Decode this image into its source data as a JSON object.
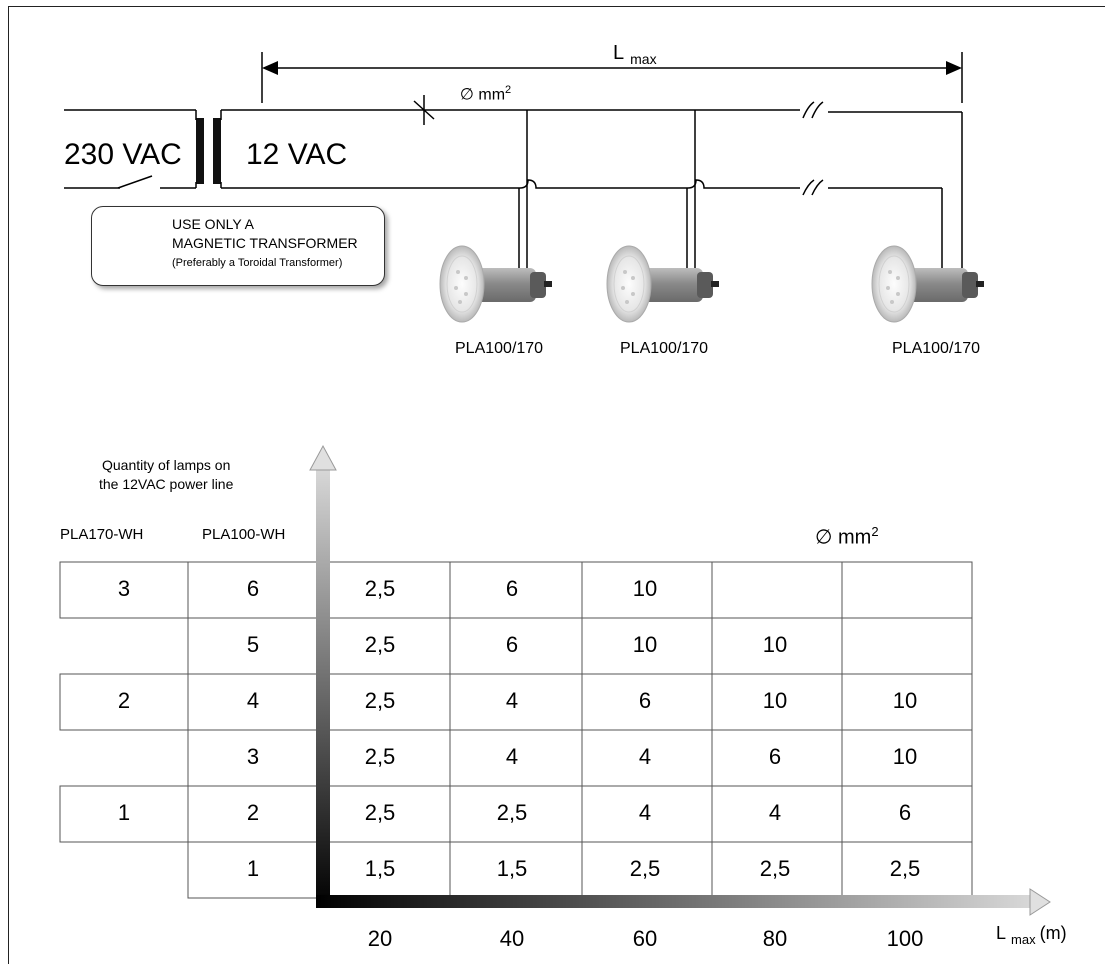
{
  "diagram": {
    "lmax_label": "L",
    "lmax_sub": "max",
    "cross_section_symbol": "∅",
    "cross_section_unit": "mm",
    "cross_section_sup": "2",
    "input_voltage": "230 VAC",
    "output_voltage": "12 VAC",
    "warning": {
      "line1": "USE ONLY A",
      "line2": "MAGNETIC TRANSFORMER",
      "line3": "(Preferably a Toroidal Transformer)",
      "icon": "warning-triangle-icon"
    },
    "lamps": [
      "PLA100/170",
      "PLA100/170",
      "PLA100/170"
    ]
  },
  "table": {
    "y_axis_title_line1": "Quantity of lamps on",
    "y_axis_title_line2": "the 12VAC power line",
    "col_header_1": "PLA170-WH",
    "col_header_2": "PLA100-WH",
    "section_header_symbol": "∅",
    "section_header_unit": "mm",
    "section_header_sup": "2",
    "x_axis_label": "L",
    "x_axis_sub": "max",
    "x_axis_unit": "(m)",
    "x_values": [
      "20",
      "40",
      "60",
      "80",
      "100"
    ],
    "rows": [
      {
        "pla170": "3",
        "pla100": "6",
        "values": [
          "2,5",
          "6",
          "10",
          "",
          ""
        ]
      },
      {
        "pla170": "",
        "pla100": "5",
        "values": [
          "2,5",
          "6",
          "10",
          "10",
          ""
        ]
      },
      {
        "pla170": "2",
        "pla100": "4",
        "values": [
          "2,5",
          "4",
          "6",
          "10",
          "10"
        ]
      },
      {
        "pla170": "",
        "pla100": "3",
        "values": [
          "2,5",
          "4",
          "4",
          "6",
          "10"
        ]
      },
      {
        "pla170": "1",
        "pla100": "2",
        "values": [
          "2,5",
          "2,5",
          "4",
          "4",
          "6"
        ]
      },
      {
        "pla170": "",
        "pla100": "1",
        "values": [
          "1,5",
          "1,5",
          "2,5",
          "2,5",
          "2,5"
        ]
      }
    ]
  }
}
